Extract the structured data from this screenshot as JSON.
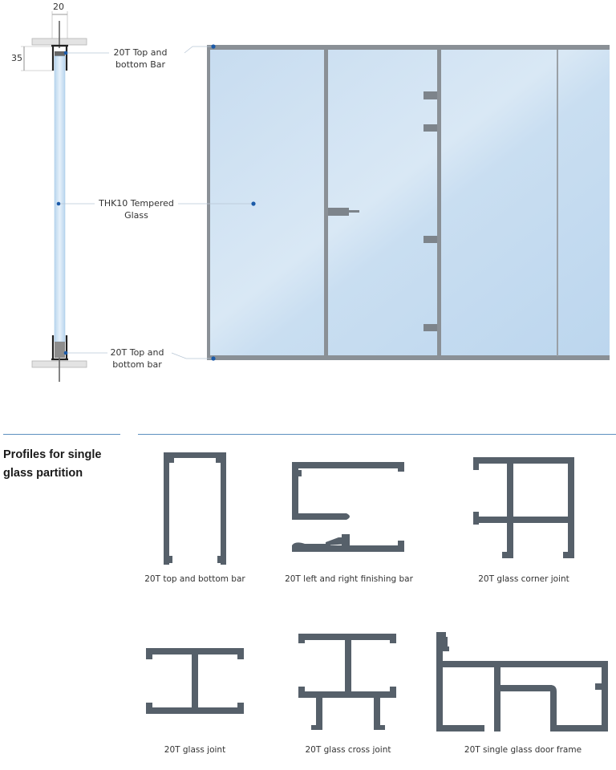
{
  "dimensions": {
    "width": "20",
    "height": "35"
  },
  "callouts": {
    "top_bar": [
      "20T Top and",
      "bottom Bar"
    ],
    "glass": [
      "THK10 Tempered",
      "Glass"
    ],
    "bottom_bar": [
      "20T Top and",
      "bottom bar"
    ]
  },
  "section": {
    "title_line1": "Profiles for single",
    "title_line2": "glass partition"
  },
  "profiles": [
    {
      "caption": "20T top and bottom bar"
    },
    {
      "caption": "20T left and right finishing bar"
    },
    {
      "caption": "20T glass corner joint"
    },
    {
      "caption": "20T glass joint"
    },
    {
      "caption": "20T glass cross joint"
    },
    {
      "caption": "20T single glass door frame"
    }
  ],
  "colors": {
    "profile": "#56606a",
    "frame": "#8a9096",
    "glass": "#cfe2f3",
    "glass_edge": "#a8cbe8",
    "callout_dot": "#1b5aa8",
    "rule": "#5d8fbf"
  }
}
